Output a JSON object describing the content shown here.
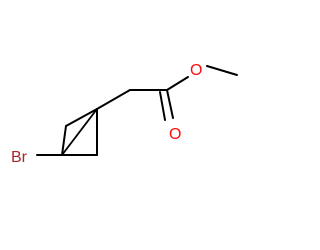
{
  "molecule": {
    "atoms": {
      "ester_oxygen": "O",
      "carbonyl_oxygen": "O",
      "bromine": "Br"
    },
    "colors": {
      "bond": "#000000",
      "oxygen": "#ff0d0d",
      "bromine": "#a62929"
    }
  }
}
